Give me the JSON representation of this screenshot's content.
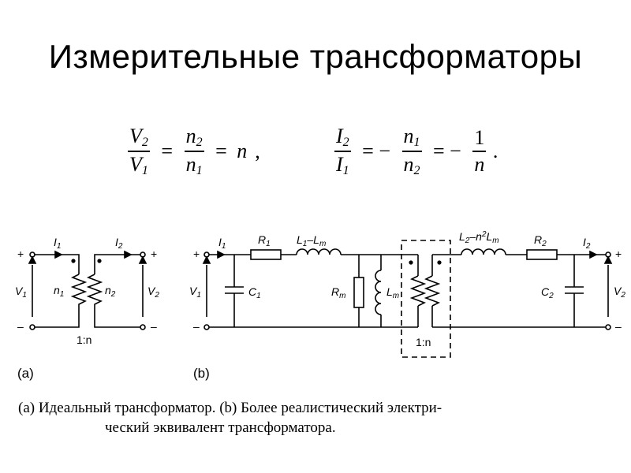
{
  "title": "Измерительные трансформаторы",
  "equations": {
    "eq1": {
      "V2": "V",
      "V2_sub": "2",
      "V1": "V",
      "V1_sub": "1",
      "n2": "n",
      "n2_sub": "2",
      "n1": "n",
      "n1_sub": "1",
      "equals": "=",
      "n": "n",
      "comma": ","
    },
    "eq2": {
      "I2": "I",
      "I2_sub": "2",
      "I1": "I",
      "I1_sub": "1",
      "n1": "n",
      "n1_sub": "1",
      "n2": "n",
      "n2_sub": "2",
      "eq_neg": "= −",
      "one": "1",
      "n": "n",
      "period": "."
    }
  },
  "circuit_a": {
    "I1": "I",
    "I1_sub": "1",
    "I2": "I",
    "I2_sub": "2",
    "V1": "V",
    "V1_sub": "1",
    "V2": "V",
    "V2_sub": "2",
    "n1": "n",
    "n1_sub": "1",
    "n2": "n",
    "n2_sub": "2",
    "ratio": "1:n",
    "plus": "+",
    "minus": "–",
    "label": "(a)"
  },
  "circuit_b": {
    "I1": "I",
    "I1_sub": "1",
    "I2": "I",
    "I2_sub": "2",
    "R1": "R",
    "R1_sub": "1",
    "L1": "L",
    "L1_sub": "1",
    "L1_rest": "–L",
    "L1_m": "m",
    "C1": "C",
    "C1_sub": "1",
    "Rm": "R",
    "Rm_sub": "m",
    "Lm": "L",
    "Lm_sub": "m",
    "L2": "L",
    "L2_sub": "2",
    "L2_rest": "–n",
    "L2_sq": "2",
    "L2_L": "L",
    "L2_m": "m",
    "R2": "R",
    "R2_sub": "2",
    "C2": "C",
    "C2_sub": "2",
    "V1": "V",
    "V1_sub": "1",
    "V2": "V",
    "V2_sub": "2",
    "ratio": "1:n",
    "plus": "+",
    "minus": "–",
    "label": "(b)"
  },
  "caption": {
    "line1": "(a) Идеальный трансформатор. (b) Более реалистический электри-",
    "line2": "ческий эквивалент трансформатора."
  }
}
